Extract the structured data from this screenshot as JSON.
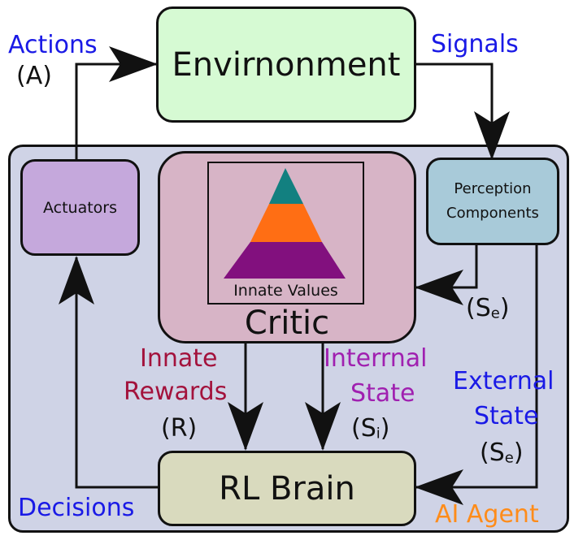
{
  "nodes": {
    "environment": "Envirnonment",
    "actuators": "Actuators",
    "perception_line1": "Perception",
    "perception_line2": "Components",
    "critic": "Critic",
    "innate_values": "Innate Values",
    "rl_brain": "RL Brain"
  },
  "labels": {
    "actions": "Actions",
    "actions_symbol": "(A)",
    "signals": "Signals",
    "innate_line1": "Innate",
    "innate_line2": "Rewards",
    "reward_symbol": "(R)",
    "internal_line1": "Interrnal",
    "internal_line2": "State",
    "internal_symbol_base": "(S",
    "internal_symbol_sub": "i",
    "internal_symbol_close": ")",
    "external_line1": "External",
    "external_line2": "State",
    "ext_symbol_base": "(S",
    "ext_symbol_sub": "e",
    "ext_symbol_close": ")",
    "percep_symbol_base": "(S",
    "percep_symbol_sub": "e",
    "percep_symbol_close": ")",
    "decisions": "Decisions",
    "ai_agent": "AI Agent"
  },
  "colors": {
    "agent_bg": "#cfd3e6",
    "environment_bg": "#d6fad3",
    "actuators_bg": "#c5a8dc",
    "perception_bg": "#a8cad9",
    "critic_bg": "#d7b4c6",
    "rl_brain_bg": "#d9dabe",
    "pyramid_top": "#128080",
    "pyramid_mid": "#ff6e14",
    "pyramid_bottom": "#82107e"
  }
}
